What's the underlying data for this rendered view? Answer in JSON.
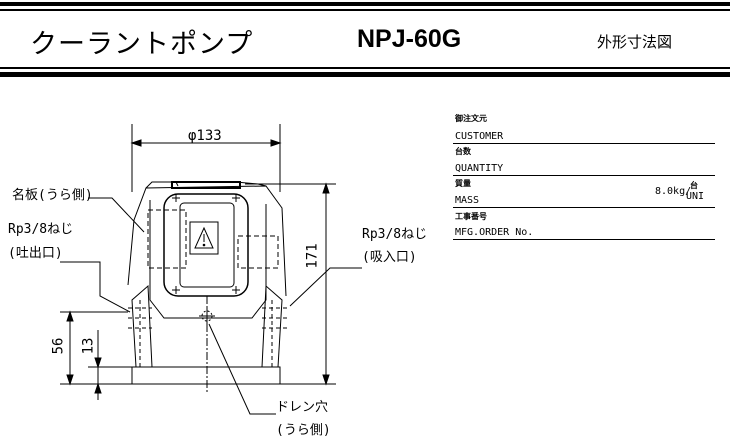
{
  "header": {
    "title": "クーラントポンプ",
    "model": "NPJ-60G",
    "subtitle": "外形寸法図"
  },
  "spec_table": {
    "order_note_jp": "御注文元",
    "customer_en": "CUSTOMER",
    "quantity_jp": "台数",
    "quantity_en": "QUANTITY",
    "mass_jp": "質量",
    "mass_en": "MASS",
    "mass_value": "8.0kg/",
    "mass_unit_top": "台",
    "mass_unit_bottom": "UNI",
    "order_no_jp": "工事番号",
    "order_no_en": "MFG.ORDER No."
  },
  "drawing": {
    "dim_width": "φ133",
    "dim_height": "171",
    "dim_56": "56",
    "dim_13": "13",
    "nameplate_label": "名板(うら側)",
    "port_left_label": "Rp3/8ねじ",
    "port_left_sub": "(吐出口)",
    "port_right_label": "Rp3/8ねじ",
    "port_right_sub": "(吸入口)",
    "drain_label": "ドレン穴",
    "drain_sub": "(うら側)"
  }
}
